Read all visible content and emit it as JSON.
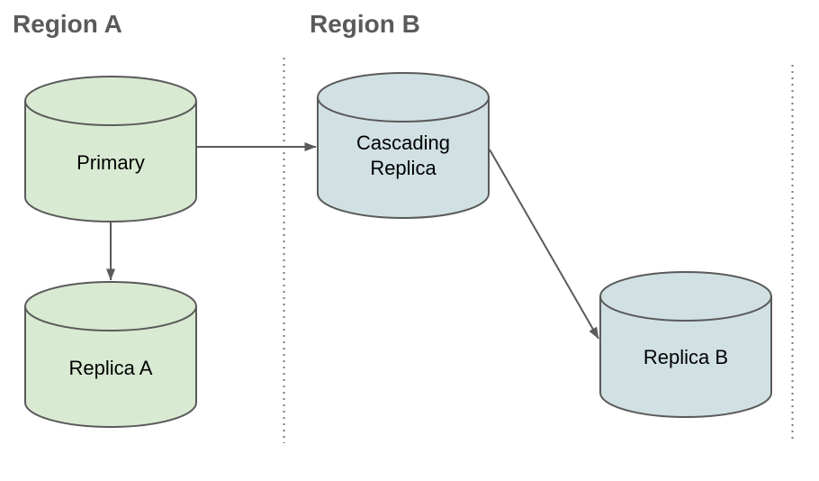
{
  "regions": [
    {
      "label": "Region A"
    },
    {
      "label": "Region B"
    }
  ],
  "nodes": [
    {
      "id": "primary",
      "label": "Primary",
      "fill": "#d9ead3",
      "region": "Region A"
    },
    {
      "id": "replica-a",
      "label": "Replica A",
      "fill": "#d9ead3",
      "region": "Region A"
    },
    {
      "id": "cascading-replica",
      "label": "Cascading\nReplica",
      "fill": "#d0e0e3",
      "region": "Region B"
    },
    {
      "id": "replica-b",
      "label": "Replica B",
      "fill": "#d0e0e3",
      "region": "Region B"
    }
  ],
  "edges": [
    {
      "from": "primary",
      "to": "cascading-replica"
    },
    {
      "from": "primary",
      "to": "replica-a"
    },
    {
      "from": "cascading-replica",
      "to": "replica-b"
    }
  ],
  "colors": {
    "outline": "#5a5a5a",
    "arrow": "#5a5a5a",
    "separator": "#777777",
    "heading": "#5a5a5a",
    "node_text": "#000000",
    "canvas_bg": "#ffffff"
  }
}
